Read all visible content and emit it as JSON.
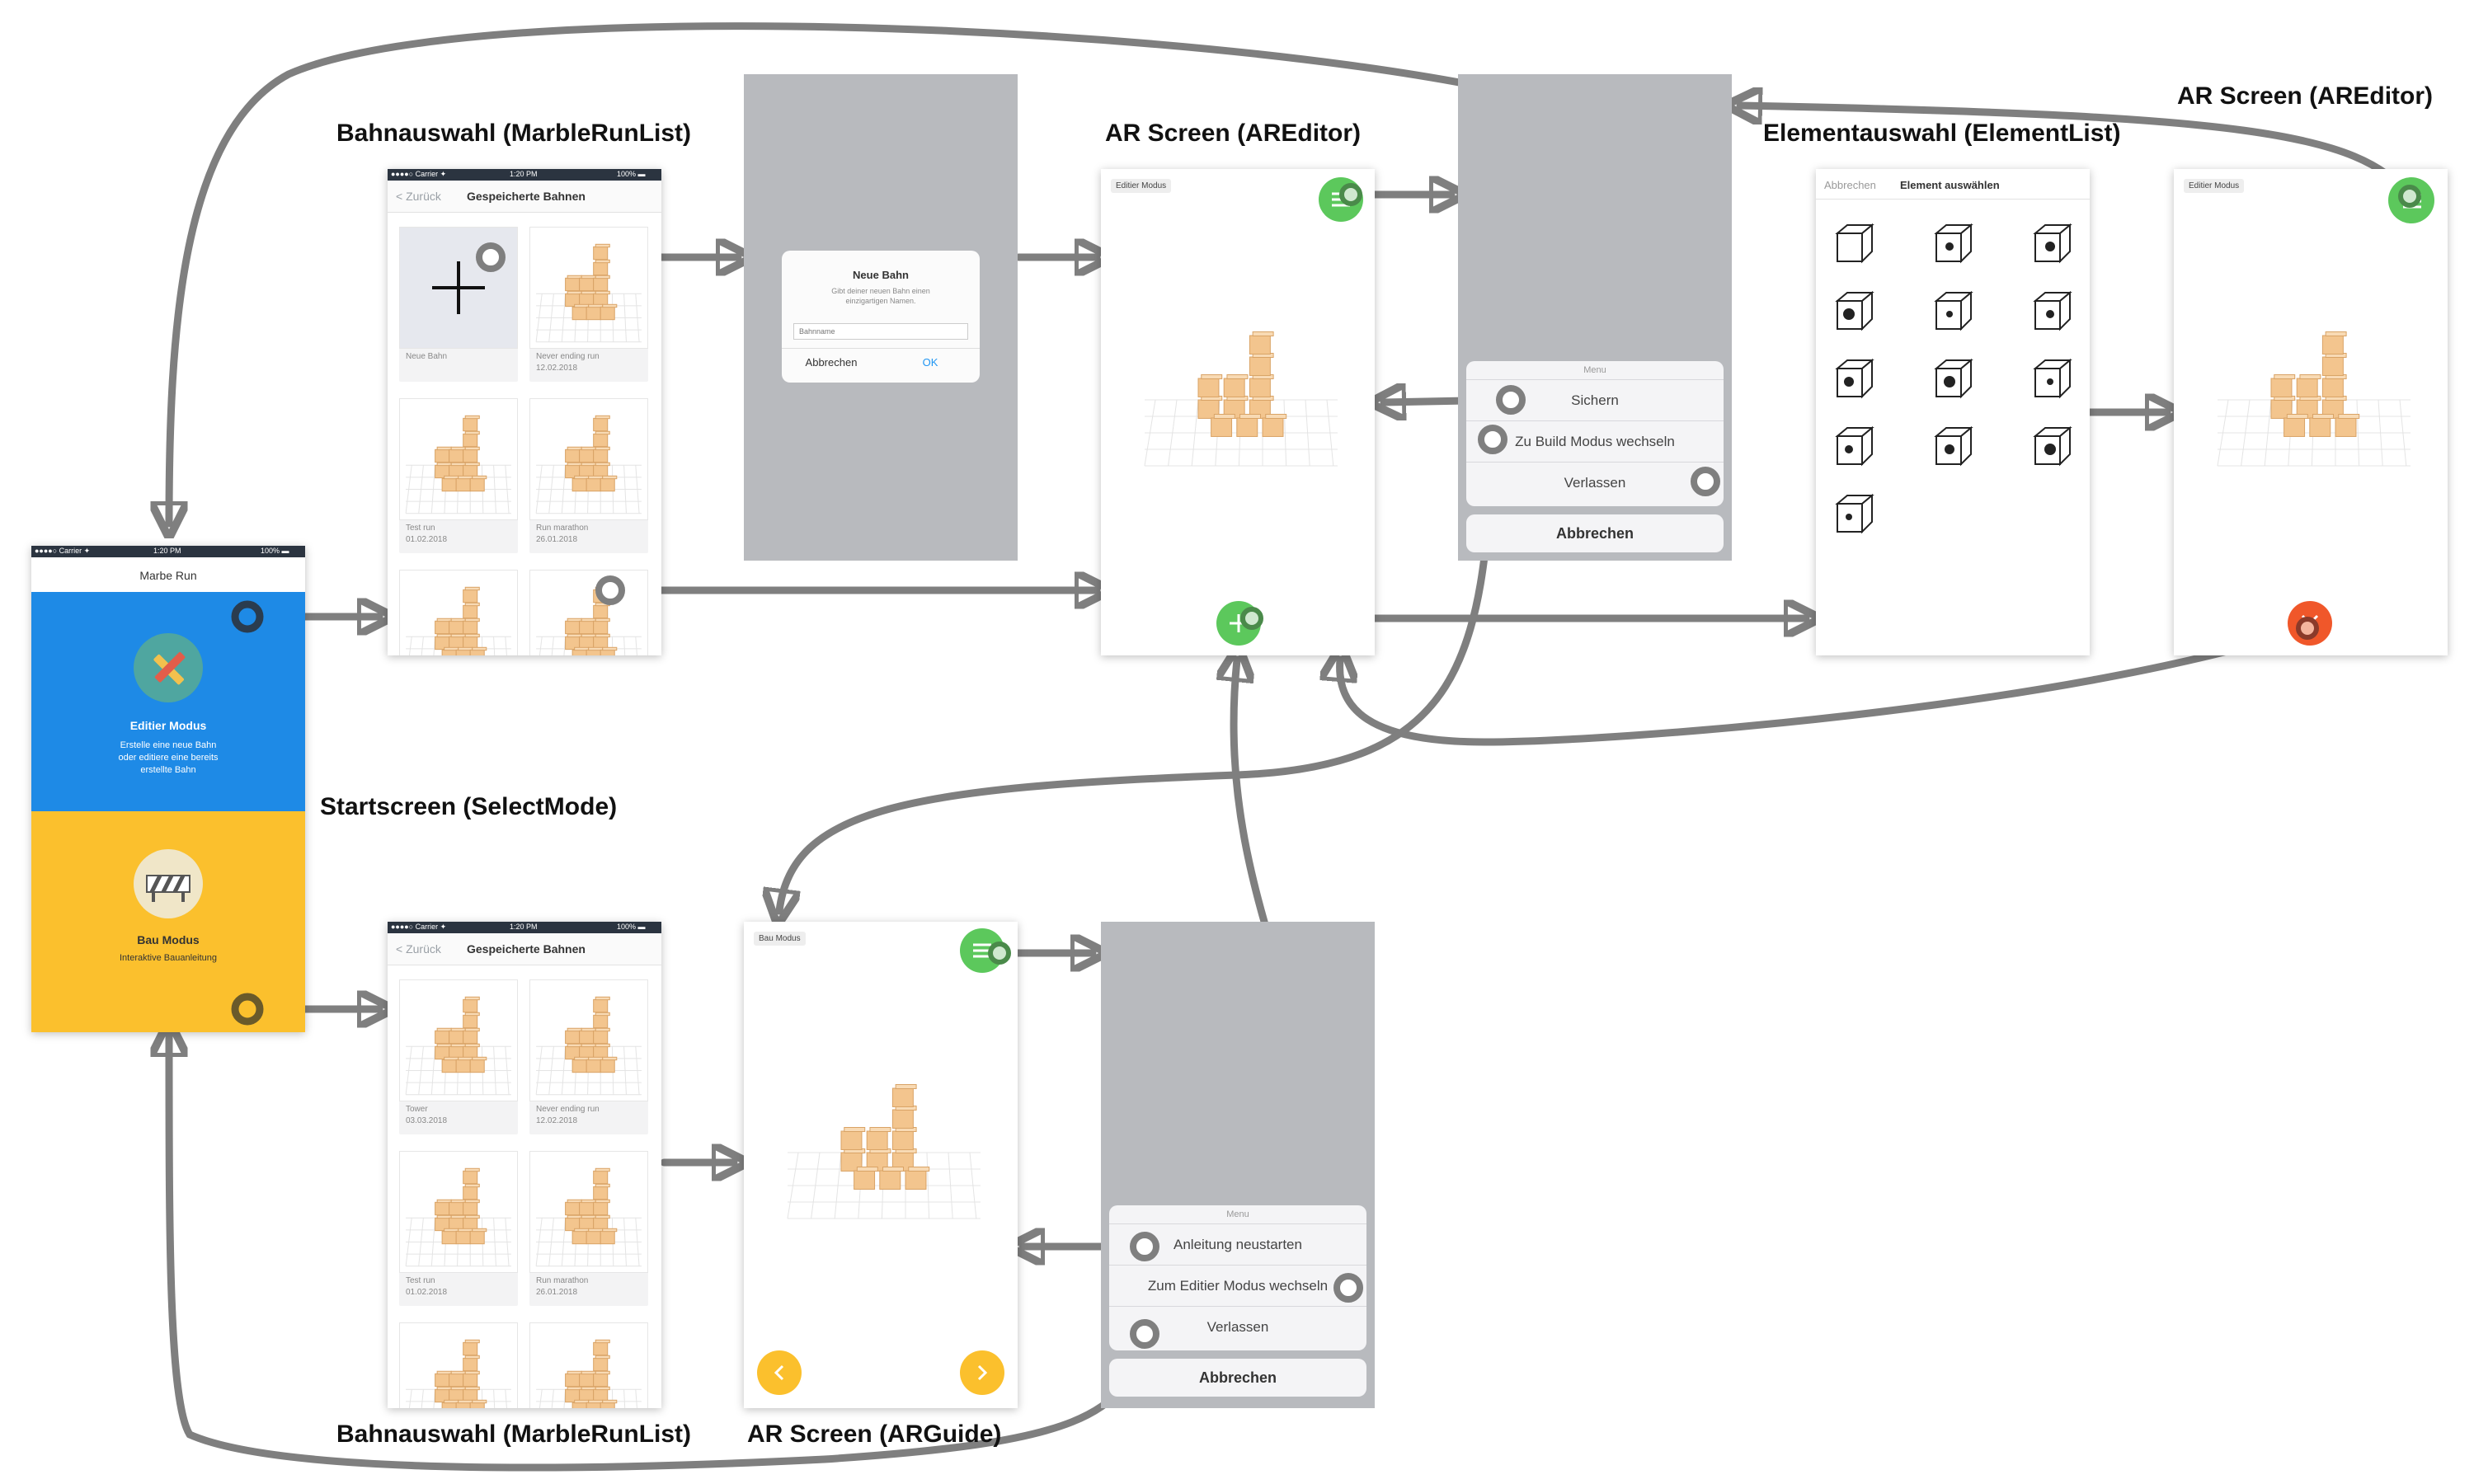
{
  "titles": {
    "marblerunlist_top": "Bahnauswahl (MarbleRunList)",
    "areditor_main": "AR Screen (AREditor)",
    "elementlist": "Elementauswahl (ElementList)",
    "areditor_right": "AR Screen (AREditor)",
    "startscreen": "Startscreen (SelectMode)",
    "marblerunlist_bottom": "Bahnauswahl (MarbleRunList)",
    "arguide": "AR Screen (ARGuide)"
  },
  "status": {
    "carrier": "●●●●○ Carrier ✦",
    "time": "1:20 PM",
    "battery": "100% ▬"
  },
  "startscreen": {
    "app_title": "Marbe Run",
    "edit_title": "Editier Modus",
    "edit_desc_1": "Erstelle eine neue Bahn",
    "edit_desc_2": "oder editiere eine bereits",
    "edit_desc_3": "erstellte Bahn",
    "build_title": "Bau Modus",
    "build_desc": "Interaktive Bauanleitung",
    "colors": {
      "edit": "#1e8ae6",
      "build": "#fbc02d"
    }
  },
  "runlist_top": {
    "back": "< Zurück",
    "title": "Gespeicherte Bahnen",
    "cards": [
      {
        "name": "Neue Bahn",
        "date": ""
      },
      {
        "name": "Never ending run",
        "date": "12.02.2018"
      },
      {
        "name": "Test run",
        "date": "01.02.2018"
      },
      {
        "name": "Run marathon",
        "date": "26.01.2018"
      }
    ]
  },
  "runlist_bottom": {
    "back": "< Zurück",
    "title": "Gespeicherte Bahnen",
    "cards": [
      {
        "name": "Tower",
        "date": "03.03.2018"
      },
      {
        "name": "Never ending run",
        "date": "12.02.2018"
      },
      {
        "name": "Test run",
        "date": "01.02.2018"
      },
      {
        "name": "Run marathon",
        "date": "26.01.2018"
      }
    ]
  },
  "dialog": {
    "title": "Neue Bahn",
    "desc_1": "Gibt deiner neuen Bahn einen",
    "desc_2": "einzigartigen Namen.",
    "placeholder": "Bahnname",
    "cancel": "Abbrechen",
    "ok": "OK"
  },
  "editor": {
    "mode_tag": "Editier Modus"
  },
  "editor_menu": {
    "header": "Menu",
    "items": [
      "Sichern",
      "Zu Build Modus wechseln",
      "Verlassen"
    ],
    "cancel": "Abbrechen"
  },
  "elementlist": {
    "cancel": "Abbrechen",
    "title": "Element auswählen",
    "element_icons": [
      "cube-icon",
      "plate-stack-icon",
      "hole-cube-icon",
      "tunnel-cube-icon",
      "tunnel-cube-2-icon",
      "ball-cube-icon",
      "round-hole-cube-icon",
      "ball-slot-cube-icon",
      "ramp-cube-icon",
      "target-cube-icon",
      "corner-ball-cube-icon",
      "drop-cube-icon",
      "tall-cube-icon"
    ]
  },
  "guide": {
    "mode_tag": "Bau Modus"
  },
  "guide_menu": {
    "header": "Menu",
    "items": [
      "Anleitung neustarten",
      "Zum Editier Modus wechseln",
      "Verlassen"
    ],
    "cancel": "Abbrechen"
  },
  "colors": {
    "connector": "#7f7f7f",
    "overlay": "#b8babe",
    "green_button": "#5cc85c",
    "red_button": "#f0572a",
    "yellow_button": "#fbc02d",
    "block": "#f3c58e"
  }
}
